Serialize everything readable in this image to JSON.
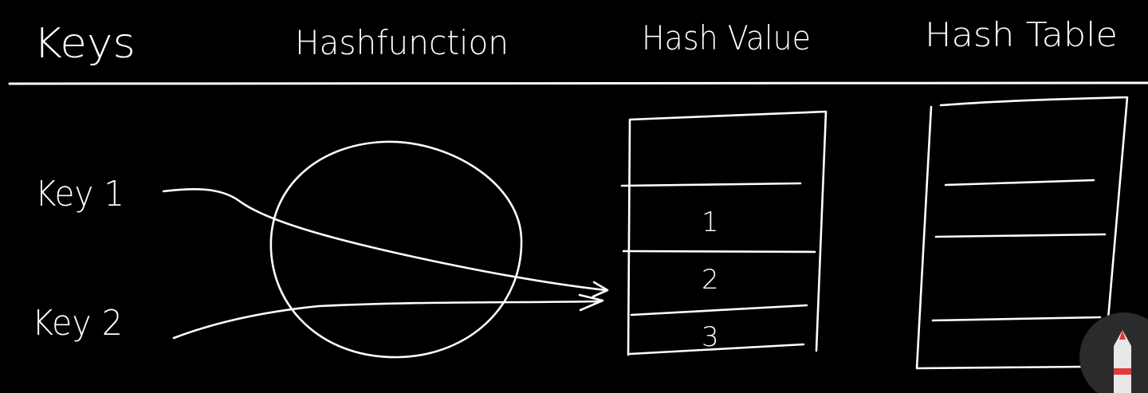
{
  "header": {
    "keys": "Keys",
    "hash_function": "Hashfunction",
    "hash_value": "Hash Value",
    "hash_table": "Hash Table"
  },
  "keys": [
    {
      "label": "Key 1"
    },
    {
      "label": "Key 2"
    }
  ],
  "hash_value_cells": [
    "",
    "1",
    "2",
    "3"
  ],
  "hash_table_rows": 4,
  "tool": {
    "icon": "pencil-icon",
    "accent": "#e03a3a"
  },
  "colors": {
    "background": "#000000",
    "ink": "#ffffff"
  }
}
